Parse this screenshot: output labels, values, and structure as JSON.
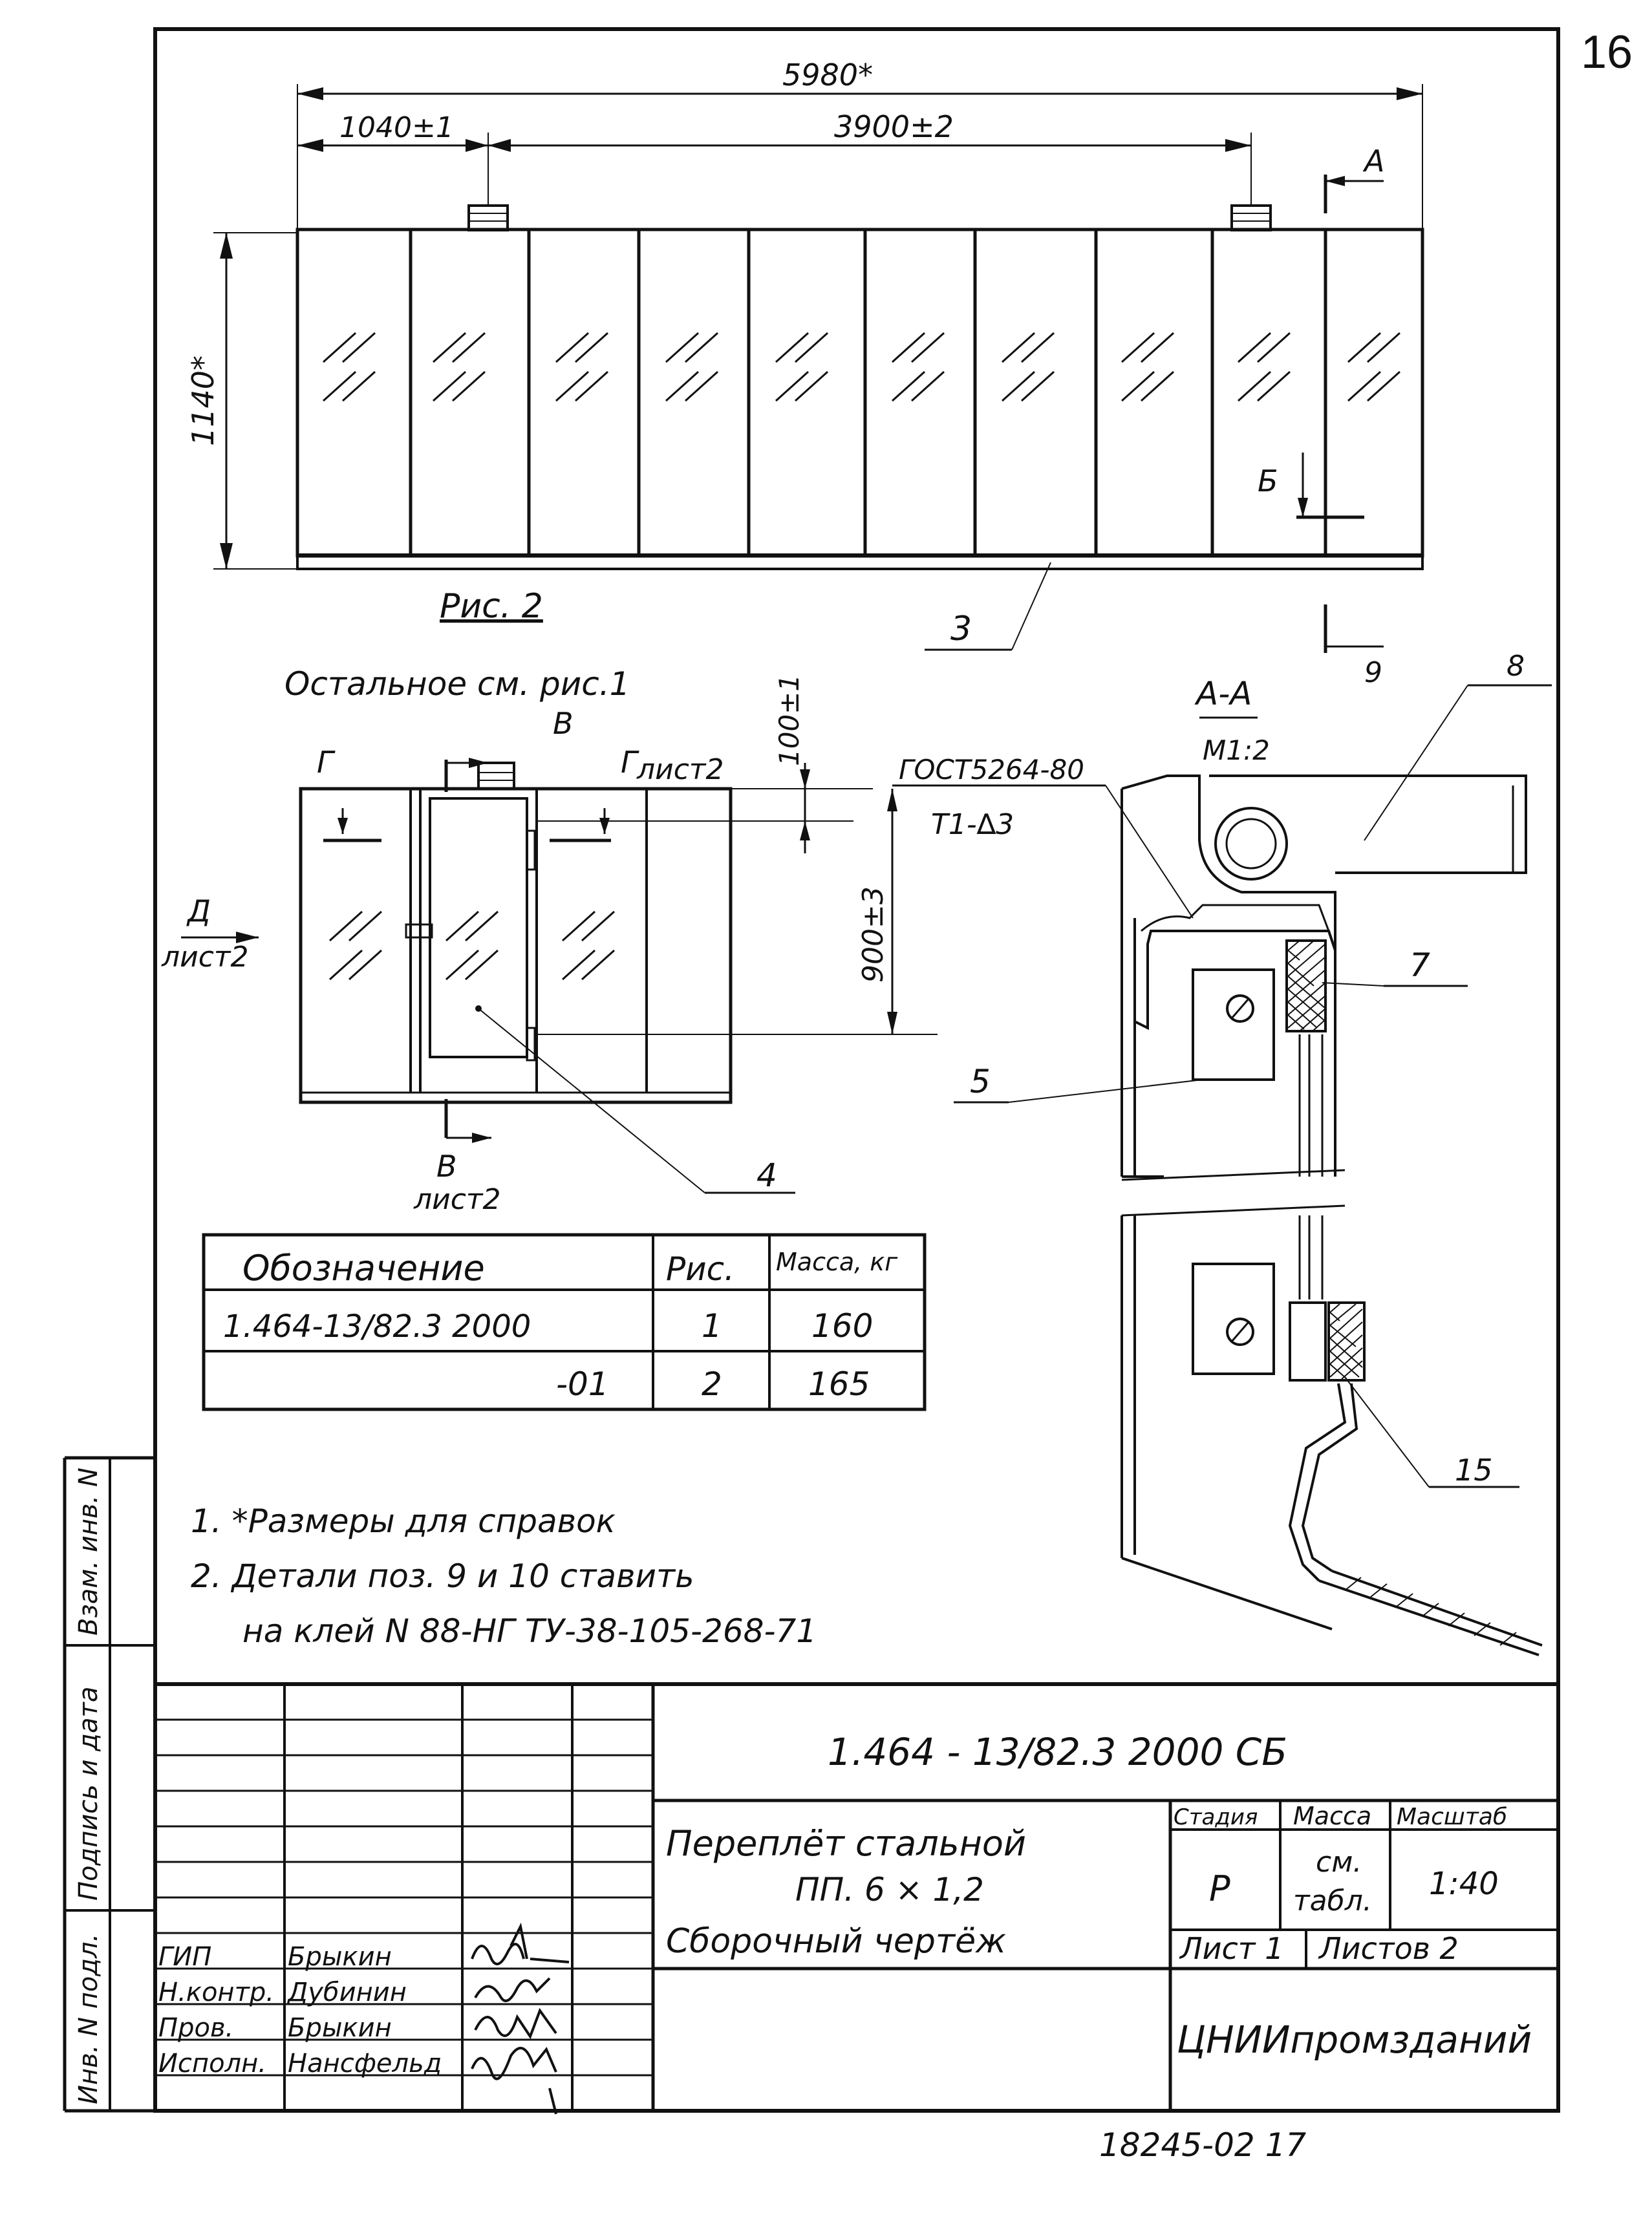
{
  "page_number": "16",
  "figure_top": {
    "dim_overall": "5980*",
    "dim_left": "1040±1",
    "dim_mid": "3900±2",
    "dim_height": "1140*",
    "section_a": "А",
    "section_b": "Б",
    "callout_3": "3",
    "caption": "Рис. 2",
    "note": "Остальное см. рис.1"
  },
  "figure_fragment": {
    "section_v": "В",
    "section_g_left": "Г",
    "section_g_right": "Г",
    "sheet_ref_g": "лист2",
    "section_d": "Д",
    "sheet_ref_d": "лист2",
    "section_v_bottom": "В",
    "sheet_ref_v": "лист2",
    "dim_100": "100±1",
    "dim_900": "900±3",
    "weld_standard": "ГОСТ5264-80",
    "weld_code": "Т1-∆3",
    "callout_4": "4"
  },
  "section_aa": {
    "title": "А-А",
    "scale": "М1:2",
    "callout_5": "5",
    "callout_7": "7",
    "callout_15": "15",
    "callout_8": "8",
    "callout_9": "9"
  },
  "spec_table": {
    "headers": [
      "Обозначение",
      "Рис.",
      "Масса, кг"
    ],
    "rows": [
      {
        "designation": "1.464-13/82.3  2000",
        "fig": "1",
        "mass": "160"
      },
      {
        "designation": "-01",
        "fig": "2",
        "mass": "165"
      }
    ]
  },
  "notes": {
    "line1": "1. *Размеры для справок",
    "line2": "2. Детали поз. 9 и 10 ставить",
    "line3": "на клей N 88-НГ ТУ-38-105-268-71"
  },
  "side_stamp": {
    "label1": "Взам. инв. N",
    "label2": "Подпись и дата",
    "label3": "Инв. N подл."
  },
  "title_block": {
    "doc_code": "1.464 - 13/82.3   2000 СБ",
    "name_line1": "Переплёт стальной",
    "name_line2": "ПП. 6 × 1,2",
    "name_line3": "Сборочный чертёж",
    "col_stage": "Стадия",
    "col_mass": "Масса",
    "col_scale": "Масштаб",
    "stage": "Р",
    "mass_line1": "см.",
    "mass_line2": "табл.",
    "scale": "1:40",
    "sheet": "Лист 1",
    "sheets": "Листов 2",
    "organization": "ЦНИИпромзданий",
    "roles": [
      {
        "role": "ГИП",
        "name": "Брыкин"
      },
      {
        "role": "Н.контр.",
        "name": "Дубинин"
      },
      {
        "role": "Пров.",
        "name": "Брыкин"
      },
      {
        "role": "Исполн.",
        "name": "Нансфельд"
      }
    ]
  },
  "archive_number": "18245-02   17"
}
